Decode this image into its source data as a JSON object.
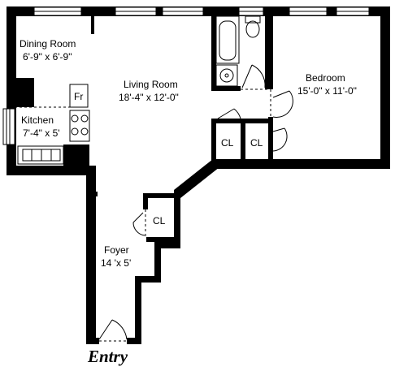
{
  "plan": {
    "rooms": {
      "dining": {
        "name": "Dining Room",
        "size": "6'-9\" x 6'-9\""
      },
      "living": {
        "name": "Living Room",
        "size": "18'-4\" x 12'-0\""
      },
      "bedroom": {
        "name": "Bedroom",
        "size": "15'-0\" x 11'-0\""
      },
      "kitchen": {
        "name": "Kitchen",
        "size": "7'-4\" x 5'"
      },
      "foyer": {
        "name": "Foyer",
        "size": "14 'x 5'"
      }
    },
    "closet_label": "CL",
    "fridge_label": "Fr",
    "entry_label": "Entry"
  }
}
